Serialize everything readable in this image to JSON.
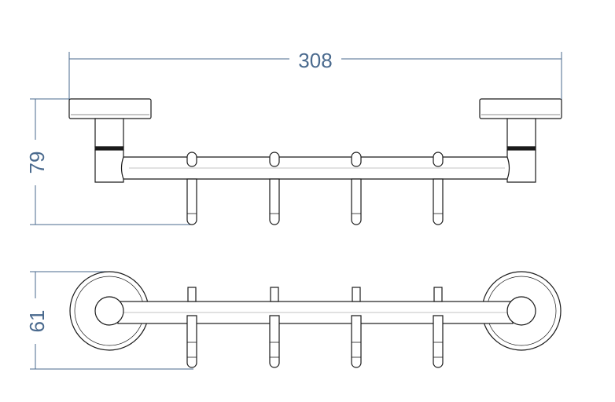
{
  "dimensions": {
    "width": "308",
    "height": "79",
    "depth": "61"
  },
  "colors": {
    "dimension": "#4a6a8e",
    "outline": "#1a1a1a",
    "background": "#ffffff"
  }
}
